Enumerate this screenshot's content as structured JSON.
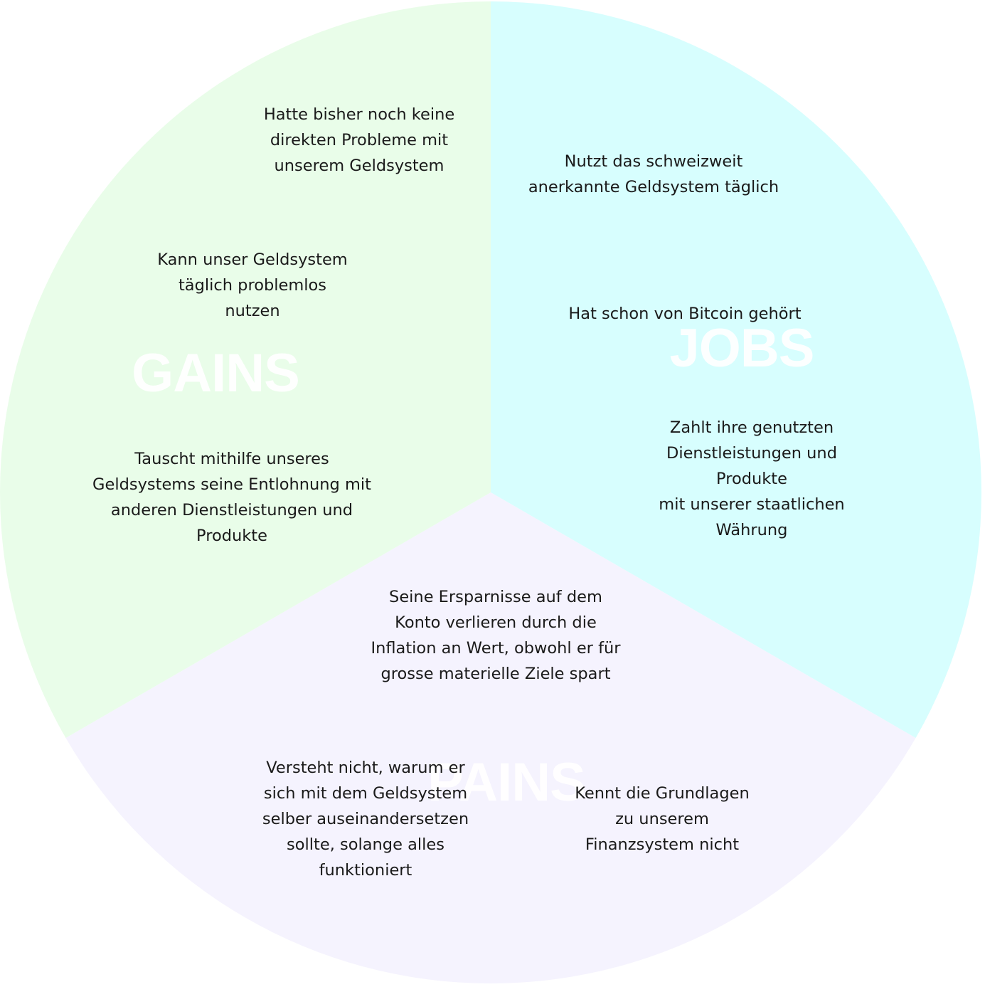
{
  "segments": [
    {
      "id": "jobs",
      "label": "JOBS",
      "color": "#d7fefe",
      "start_deg": 0,
      "end_deg": 120
    },
    {
      "id": "pains",
      "label": "PAINS",
      "color": "#f5f3fe",
      "start_deg": 120,
      "end_deg": 240
    },
    {
      "id": "gains",
      "label": "GAINS",
      "color": "#e9fde9",
      "start_deg": 240,
      "end_deg": 360
    }
  ],
  "notes": {
    "gains_1": "Hatte bisher noch keine\ndirekten Probleme mit\nunserem Geldsystem",
    "gains_2": "Kann unser Geldsystem\ntäglich problemlos\nnutzen",
    "gains_3": "Tauscht mithilfe unseres\nGeldsystems seine Entlohnung mit\nanderen Dienstleistungen und\nProdukte",
    "jobs_1": "Nutzt das schweizweit\nanerkannte Geldsystem täglich",
    "jobs_2": "Hat schon von Bitcoin gehört",
    "jobs_3": "Zahlt ihre genutzten\nDienstleistungen und Produkte\nmit unserer staatlichen Währung",
    "pains_1": "Seine Ersparnisse auf dem\nKonto verlieren durch die\nInflation an Wert, obwohl er für\ngrosse materielle Ziele spart",
    "pains_2": "Versteht nicht, warum er\nsich mit dem Geldsystem\nselber auseinandersetzen\nsollte, solange alles\nfunktioniert",
    "pains_3": "Kennt die Grundlagen\nzu unserem\nFinanzsystem nicht"
  }
}
